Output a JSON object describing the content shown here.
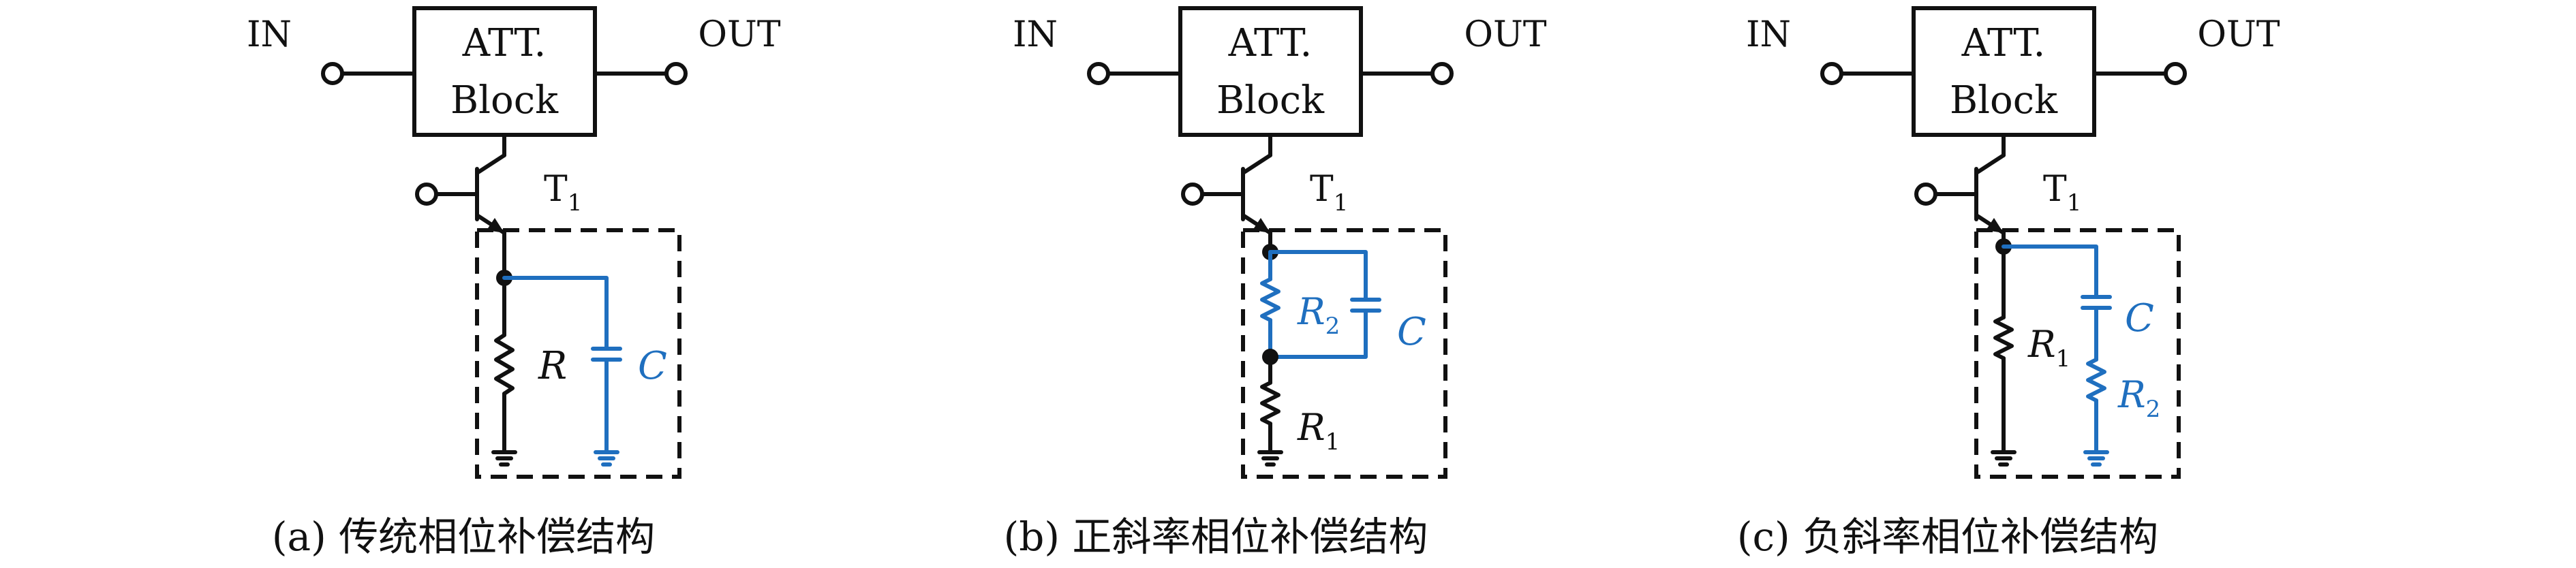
{
  "labels": {
    "in": "IN",
    "out": "OUT",
    "block_line1": "ATT.",
    "block_line2": "Block",
    "transistor": "T",
    "transistor_sub": "1",
    "r": "R",
    "r1": "R",
    "r1_sub": "1",
    "r2": "R",
    "r2_sub": "2",
    "c": "C"
  },
  "captions": {
    "a": "(a) 传统相位补偿结构",
    "b": "(b) 正斜率相位补偿结构",
    "c": "(c) 负斜率相位补偿结构"
  },
  "colors": {
    "line": "#111111",
    "compensation": "#1f6fbf"
  }
}
